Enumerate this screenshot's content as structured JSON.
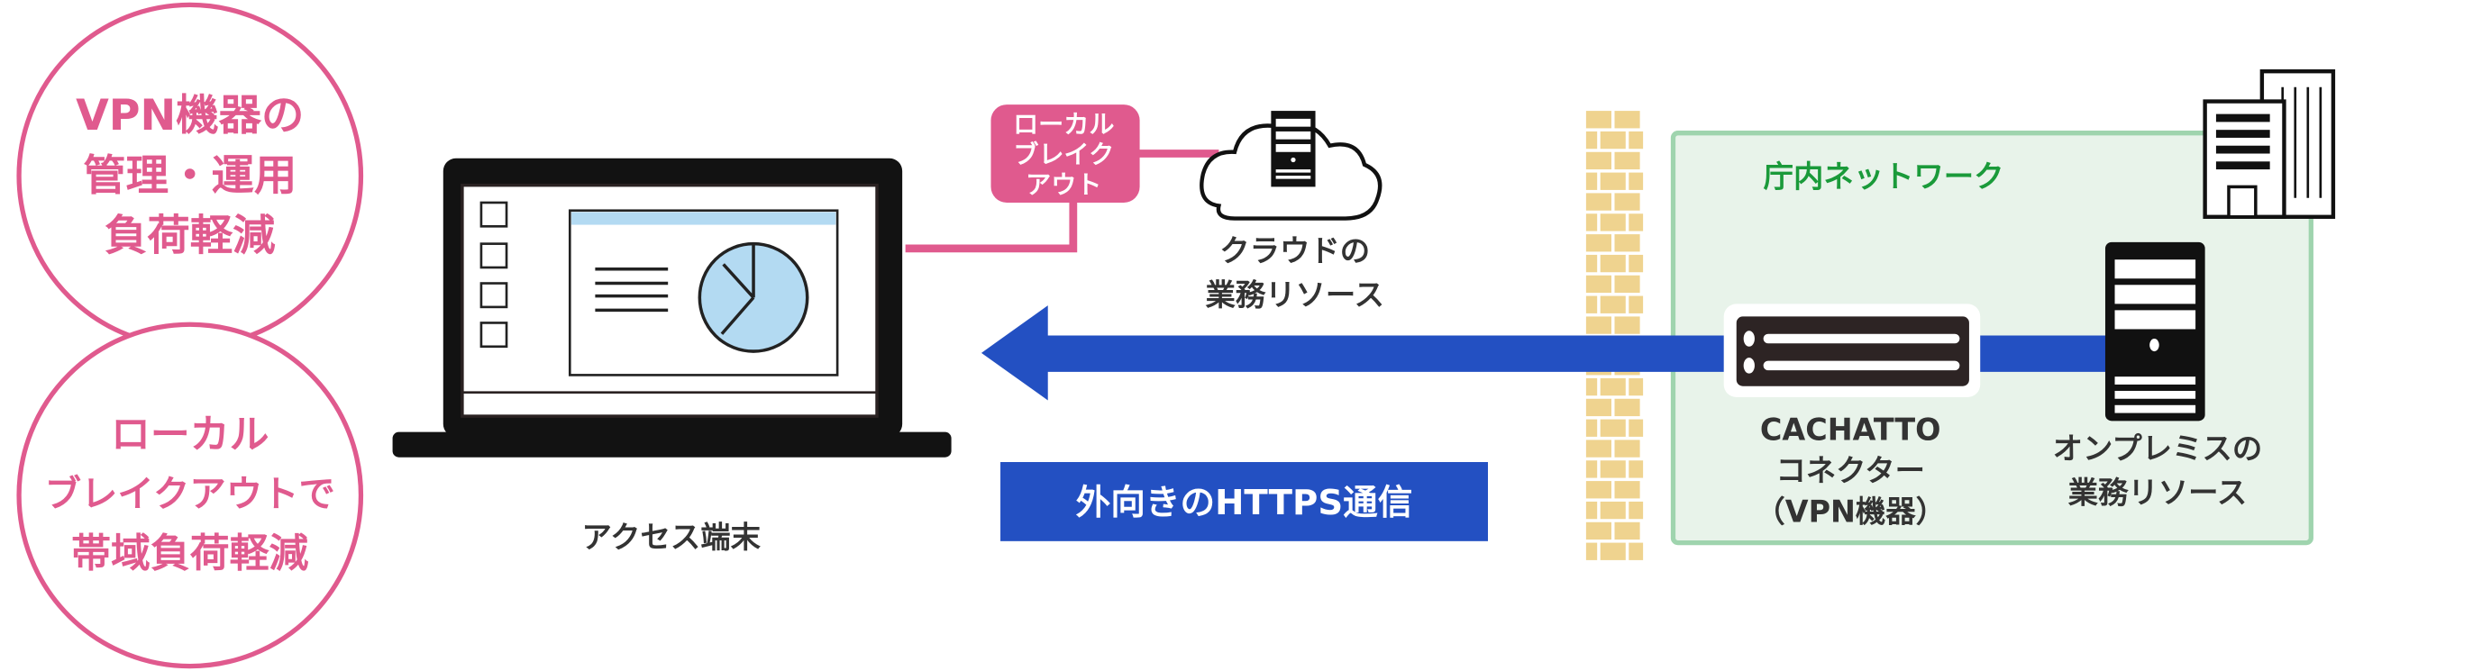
{
  "colors": {
    "pink": "#e05a8e",
    "blue": "#2350c2",
    "green_text": "#1a9a3a",
    "green_fill": "#e8f3ea",
    "green_border": "#9fd4ae",
    "brick": "#efd38f"
  },
  "benefits": [
    {
      "lines": [
        "VPN機器の",
        "管理・運用",
        "負荷軽減"
      ]
    },
    {
      "lines": [
        "ローカル",
        "ブレイクアウトで",
        "帯域負荷軽減"
      ]
    }
  ],
  "laptop": {
    "label": "アクセス端末"
  },
  "local_breakout": {
    "lines": [
      "ローカル",
      "ブレイク",
      "アウト"
    ]
  },
  "cloud": {
    "lines": [
      "クラウドの",
      "業務リソース"
    ]
  },
  "https": {
    "label": "外向きのHTTPS通信"
  },
  "network": {
    "label": "庁内ネットワーク"
  },
  "connector": {
    "lines": [
      "CACHATTO",
      "コネクター",
      "（VPN機器）"
    ]
  },
  "onprem": {
    "lines": [
      "オンプレミスの",
      "業務リソース"
    ]
  }
}
